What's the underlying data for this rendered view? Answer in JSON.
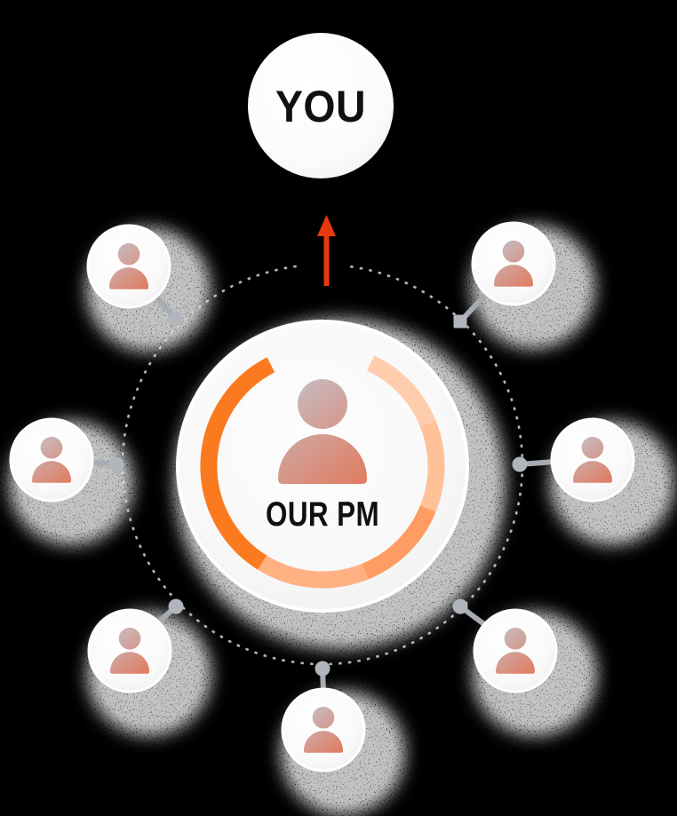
{
  "diagram": {
    "you": {
      "label": "YOU"
    },
    "center": {
      "label": "OUR PM"
    },
    "team_members": [
      {
        "id": "team-member-top-left",
        "icon": "person-icon"
      },
      {
        "id": "team-member-top-right",
        "icon": "person-icon"
      },
      {
        "id": "team-member-left",
        "icon": "person-icon"
      },
      {
        "id": "team-member-right",
        "icon": "person-icon"
      },
      {
        "id": "team-member-bottom-left",
        "icon": "person-icon"
      },
      {
        "id": "team-member-bottom-center",
        "icon": "person-icon"
      },
      {
        "id": "team-member-bottom-right",
        "icon": "person-icon"
      }
    ]
  },
  "colors": {
    "background": "#000000",
    "arrow_red": "#E8380D",
    "ring_segments": [
      "#FFCDAD",
      "#FFC198",
      "#FF9C63",
      "#FFB183",
      "#FB7A1F"
    ],
    "person_gradient_start": "#C6BEC5",
    "person_gradient_end": "#DF7E64",
    "connector_gray": "#A6ACB2",
    "dot_gray": "#B0B6BB",
    "dotted_ring_gray": "#B4B4B4",
    "shadow_gray": "#ABABAB",
    "text_black": "#101010"
  }
}
